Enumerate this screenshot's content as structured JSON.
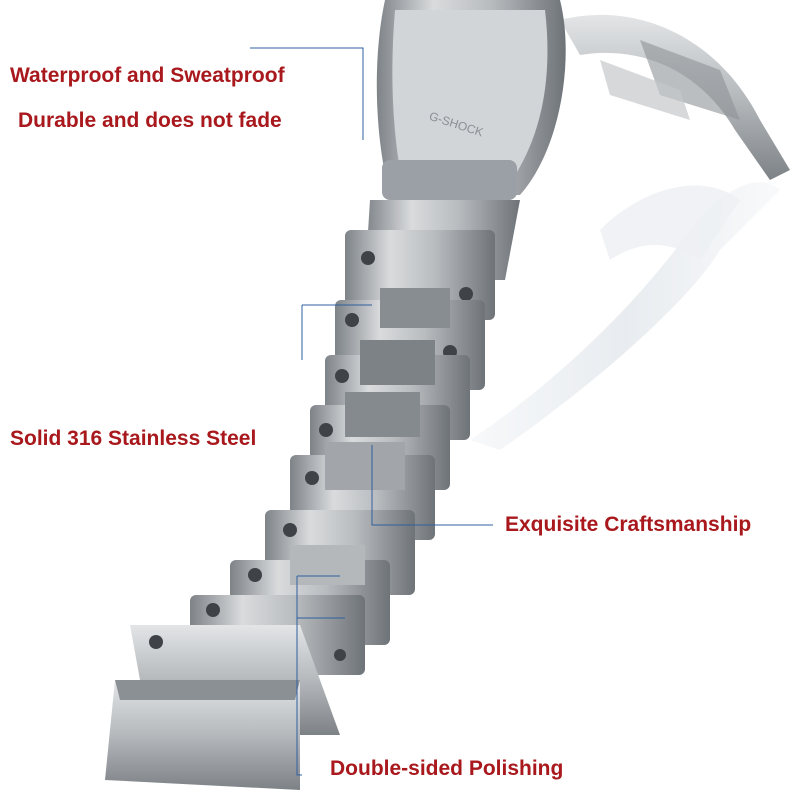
{
  "colors": {
    "label_text": "#a8181c",
    "leader_line": "#2f5fa0",
    "steel_light": "#d9dbdd",
    "steel_mid": "#a9adb1",
    "steel_dark": "#55595d",
    "stand": "#eef1f4"
  },
  "product": {
    "engraving": "G-SHOCK"
  },
  "features": {
    "waterproof": "Waterproof and Sweatproof",
    "durable": "Durable and does not fade",
    "steel": "Solid 316 Stainless Steel",
    "craftsmanship": "Exquisite Craftsmanship",
    "polishing": "Double-sided Polishing"
  }
}
